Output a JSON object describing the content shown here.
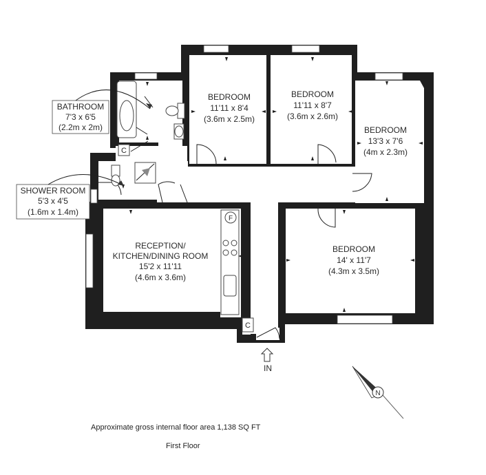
{
  "rooms": {
    "bedroom1": {
      "name": "BEDROOM",
      "imperial": "11'11 x 8'4",
      "metric": "(3.6m x 2.5m)"
    },
    "bedroom2": {
      "name": "BEDROOM",
      "imperial": "11'11 x 8'7",
      "metric": "(3.6m x 2.6m)"
    },
    "bedroom3": {
      "name": "BEDROOM",
      "imperial": "13'3 x 7'6",
      "metric": "(4m x 2.3m)"
    },
    "bedroom4": {
      "name": "BEDROOM",
      "imperial": "14' x 11'7",
      "metric": "(4.3m x 3.5m)"
    },
    "reception": {
      "name_line1": "RECEPTION/",
      "name_line2": "KITCHEN/DINING ROOM",
      "imperial": "15'2 x 11'11",
      "metric": "(4.6m x 3.6m)"
    },
    "bathroom": {
      "name": "BATHROOM",
      "imperial": "7'3 x 6'5",
      "metric": "(2.2m x 2m)"
    },
    "shower": {
      "name": "SHOWER ROOM",
      "imperial": "5'3 x 4'5",
      "metric": "(1.6m x 1.4m)"
    }
  },
  "symbols": {
    "cupboard": "C",
    "fridge": "F"
  },
  "entrance": {
    "label": "IN"
  },
  "compass": {
    "label": "N"
  },
  "footer": {
    "area": "Approximate gross internal floor area 1,138 SQ FT",
    "floor": "First Floor"
  },
  "icons": [
    "entrance-arrow-icon",
    "north-compass-icon"
  ]
}
